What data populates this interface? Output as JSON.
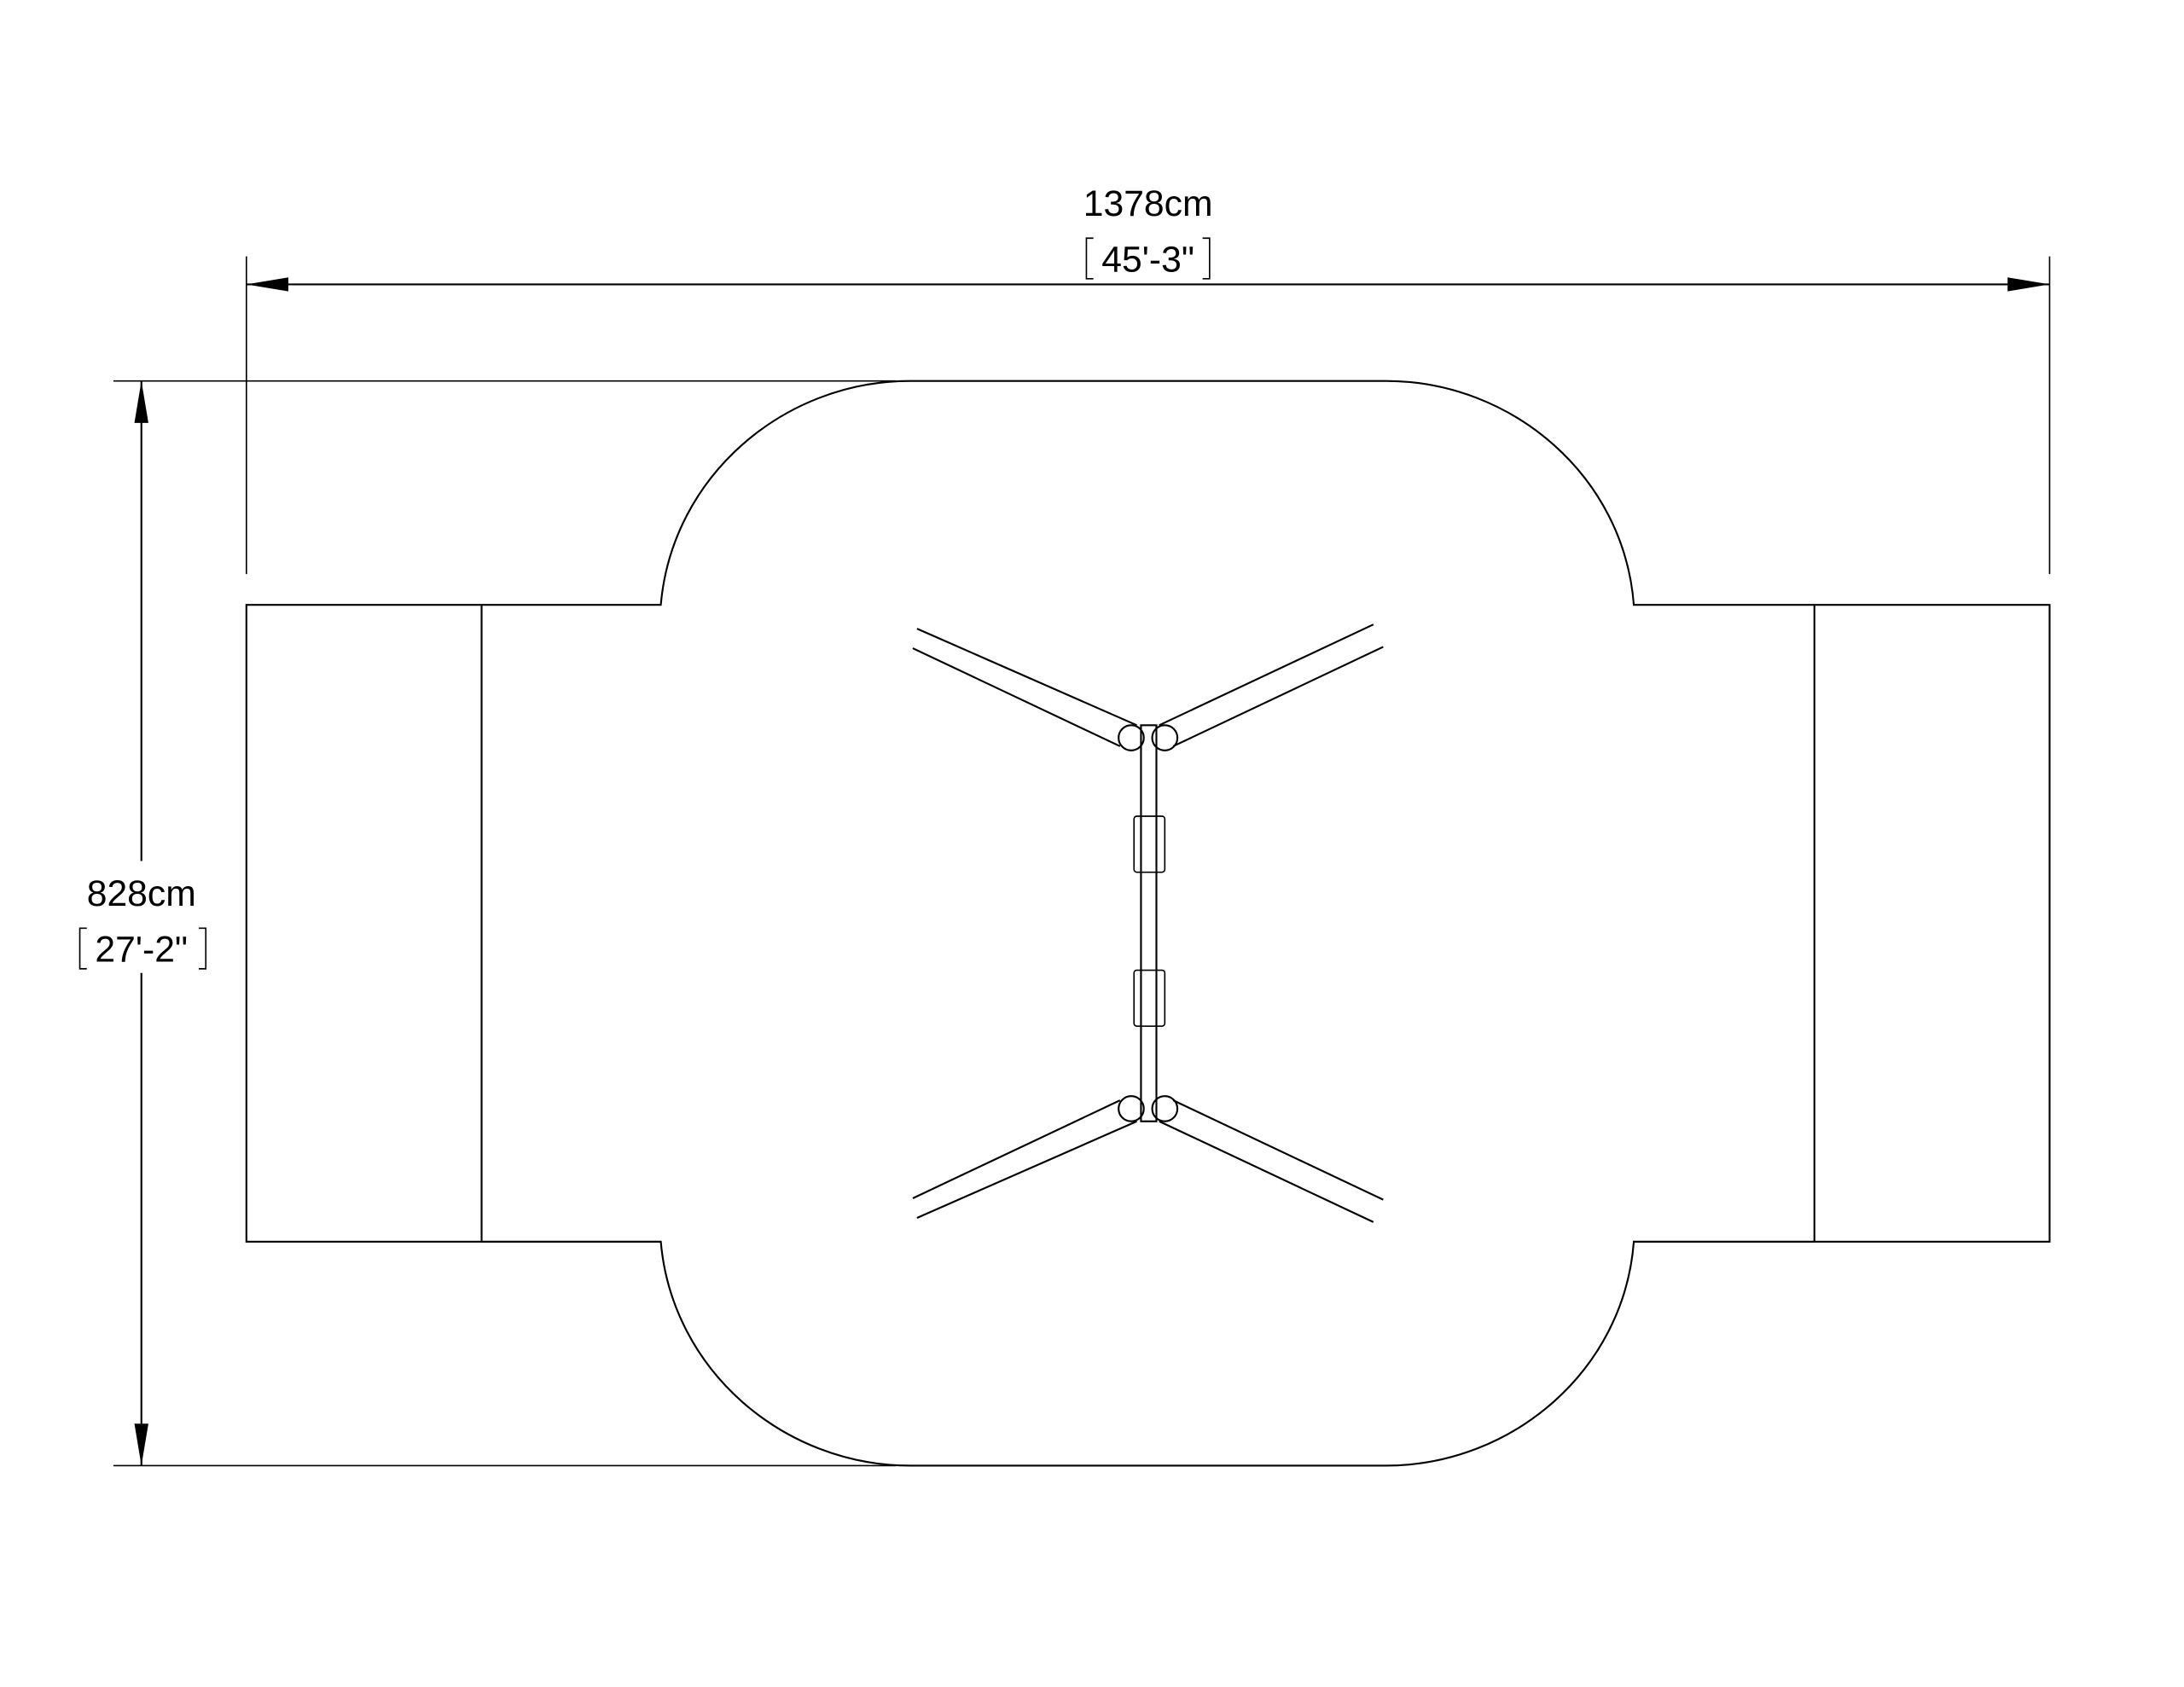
{
  "dimensions": {
    "width": {
      "metric": "1378cm",
      "imperial": "45'-3\""
    },
    "height": {
      "metric": "828cm",
      "imperial": "27'-2\""
    }
  },
  "colors": {
    "line": "#000000",
    "background": "#ffffff"
  }
}
